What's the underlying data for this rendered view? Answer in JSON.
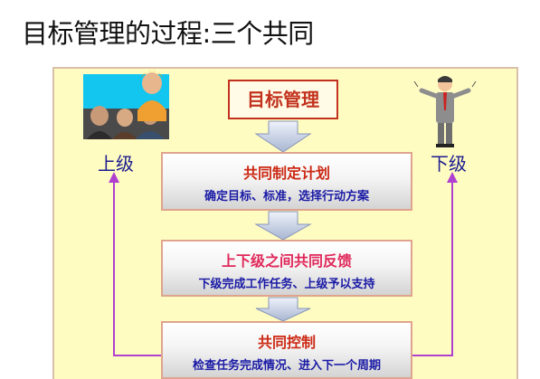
{
  "header": {
    "title": "目标管理的过程:三个共同"
  },
  "diagram": {
    "top_box": "目标管理",
    "upper_level": "上级",
    "lower_level": "下级",
    "steps": [
      {
        "title": "共同制定计划",
        "subtitle": "确定目标、标准，选择行动方案"
      },
      {
        "title": "上下级之间共同反馈",
        "subtitle": "下级完成工作任务、上级予以支持"
      },
      {
        "title": "共同控制",
        "subtitle": "检查任务完成情况、进入下一个周期"
      }
    ]
  },
  "colors": {
    "panel_bg": "#fffcc2",
    "loop_arrow": "#b040d0",
    "accent_red": "#c2321e",
    "text_blue": "#1a1aa6"
  }
}
